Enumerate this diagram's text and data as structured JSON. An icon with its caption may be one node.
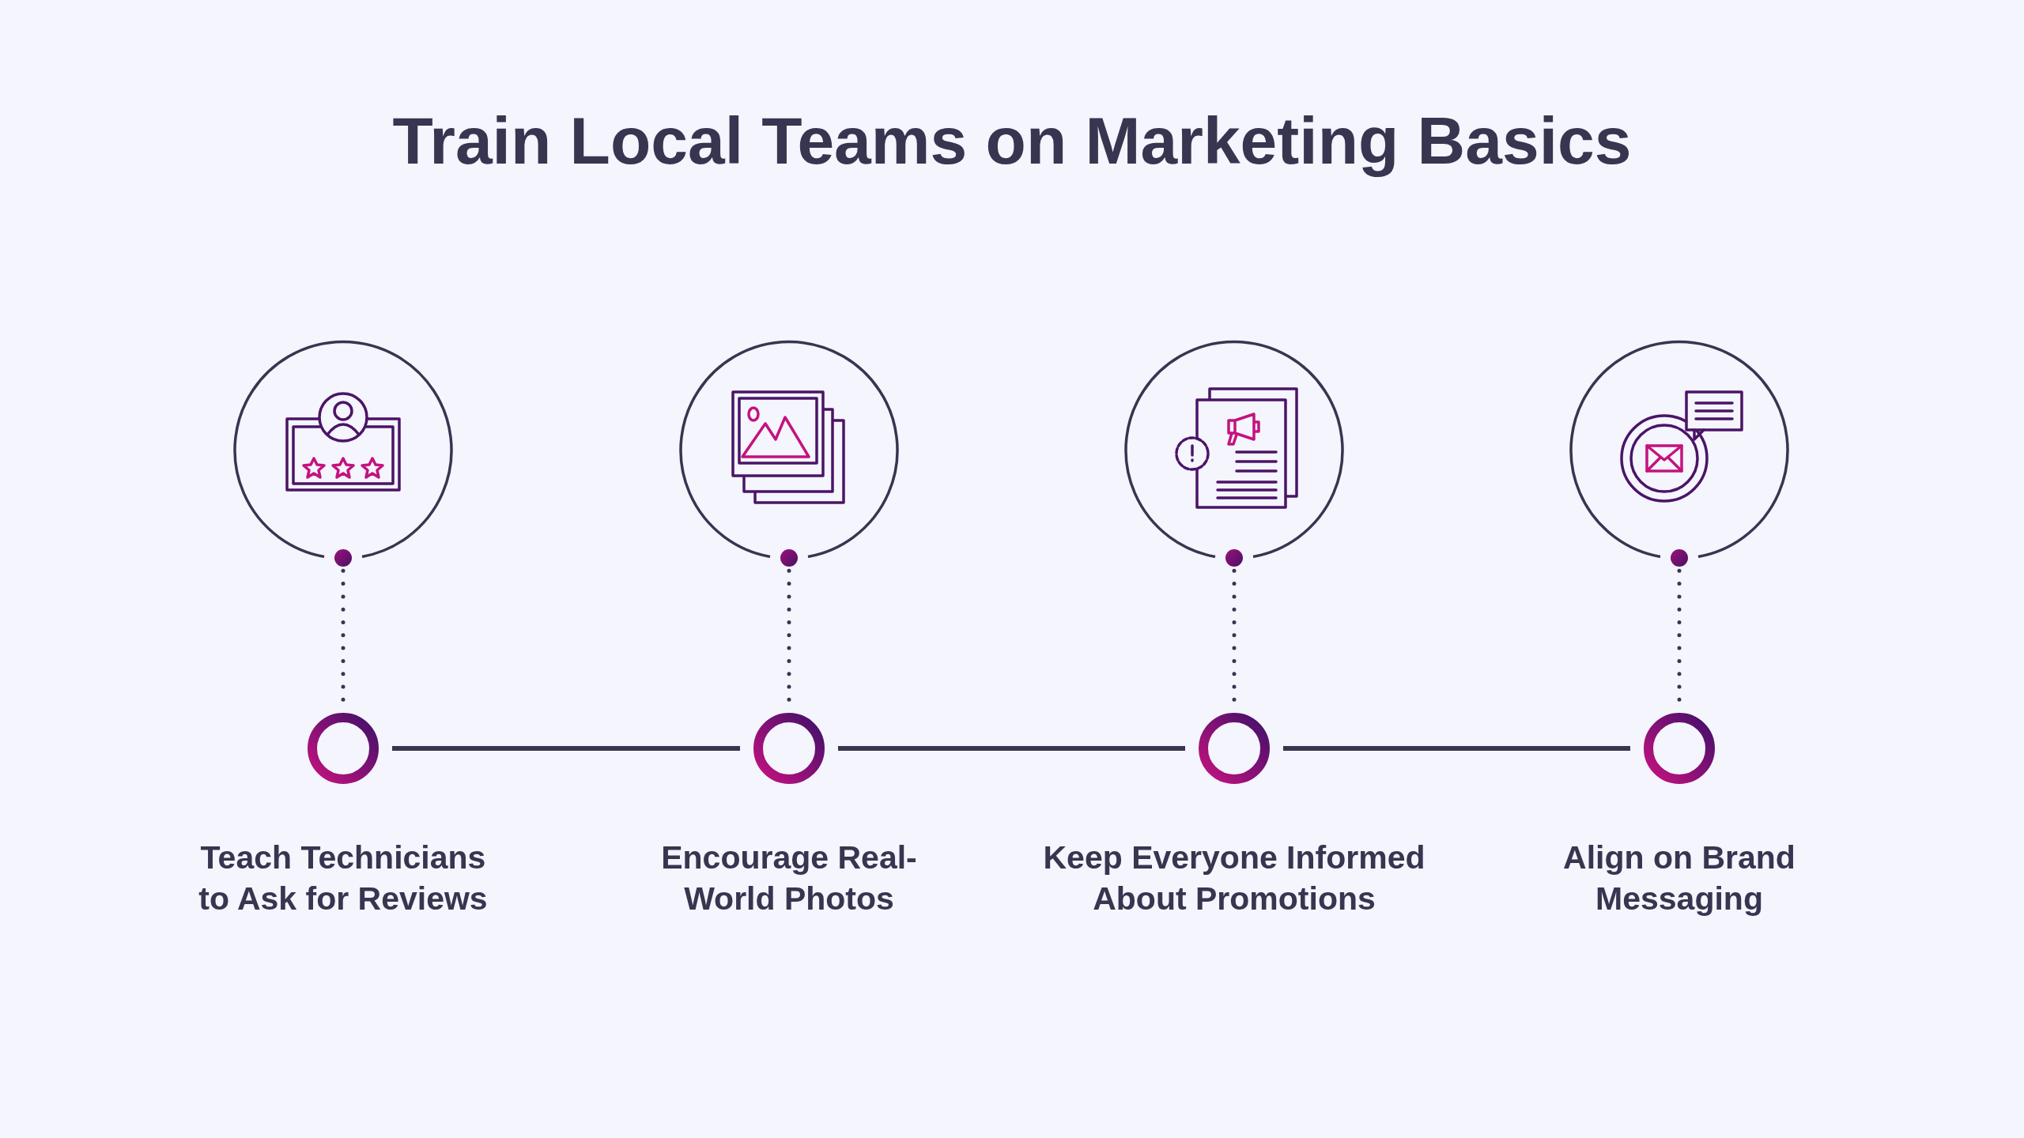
{
  "diagram": {
    "title": "Train Local Teams on Marketing Basics",
    "nodes": [
      {
        "text": [],
        "shape": "circle"
      },
      {
        "text": [],
        "shape": "circle"
      },
      {
        "text": [],
        "shape": "circle"
      },
      {
        "text": [],
        "shape": "circle"
      },
      {
        "text": [],
        "shape": "circle",
        "beside": [
          "Teach Technicians to Ask for Reviews"
        ]
      },
      {
        "text": [],
        "shape": "circle",
        "beside": [
          "Encourage Real-World Photos"
        ]
      },
      {
        "text": [],
        "shape": "circle",
        "beside": [
          "Keep Everyone Informed About Promotions"
        ]
      },
      {
        "text": [],
        "shape": "circle",
        "beside": [
          "Align on Brand Messaging"
        ]
      }
    ],
    "edges": [
      {
        "from": 0,
        "to": 4,
        "arrow": "none",
        "style": "dashed"
      },
      {
        "from": 1,
        "to": 5,
        "arrow": "none",
        "style": "dashed"
      },
      {
        "from": 2,
        "to": 6,
        "arrow": "none",
        "style": "dashed"
      },
      {
        "from": 3,
        "to": 7,
        "arrow": "none",
        "style": "dashed"
      },
      {
        "from": 4,
        "to": 5,
        "arrow": "none"
      },
      {
        "from": 5,
        "to": 6,
        "arrow": "none"
      },
      {
        "from": 6,
        "to": 7,
        "arrow": "none"
      }
    ]
  }
}
